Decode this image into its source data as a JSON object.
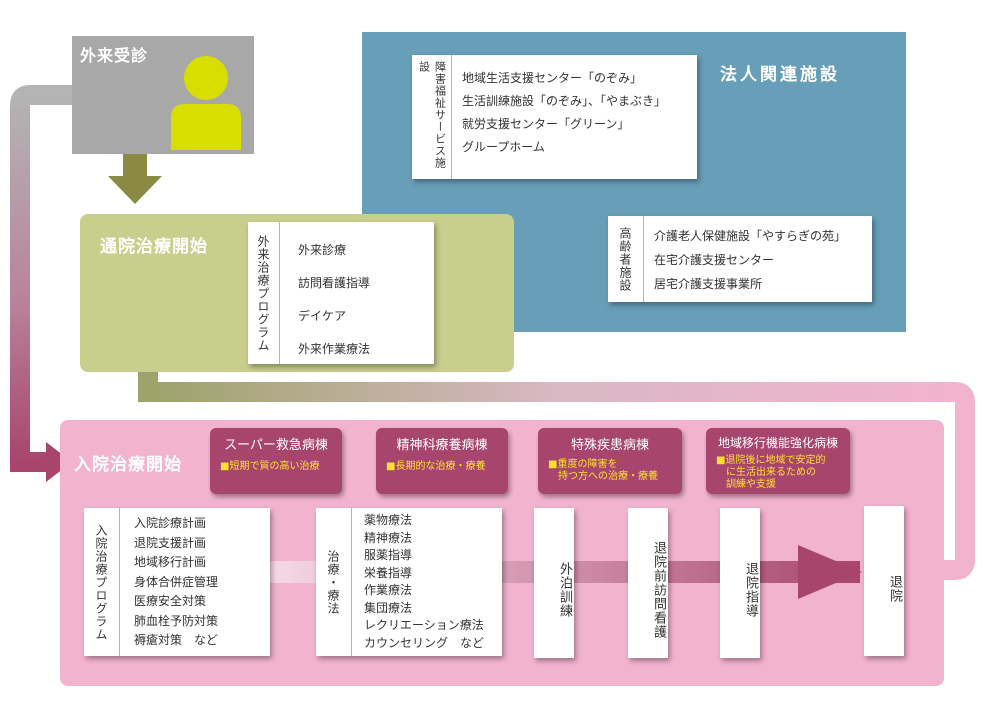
{
  "outpatient": {
    "title": "外来受診",
    "icon": "person-icon"
  },
  "corporate": {
    "title": "法人関連施設",
    "welfare": {
      "label": "障害福祉サービス施設",
      "items": [
        "地域生活支援センター「のぞみ」",
        "生活訓練施設「のぞみ」、「やまぶき」",
        "就労支援センター「グリーン」",
        "グループホーム"
      ]
    },
    "elderly": {
      "label": "高齢者施設",
      "items": [
        "介護老人保健施設「やすらぎの苑」",
        "在宅介護支援センター",
        "居宅介護支援事業所"
      ]
    }
  },
  "outpatient_treatment": {
    "title": "通院治療開始",
    "program_label": "外来治療プログラム",
    "items": [
      "外来診療",
      "訪問看護指導",
      "デイケア",
      "外来作業療法"
    ]
  },
  "inpatient": {
    "title": "入院治療開始",
    "wards": [
      {
        "name": "スーパー救急病棟",
        "desc": "■短期で質の高い治療"
      },
      {
        "name": "精神科療養病棟",
        "desc": "■長期的な治療・療養"
      },
      {
        "name": "特殊疾患病棟",
        "desc": "■重度の障害を\n　持つ方への治療・療養"
      },
      {
        "name": "地域移行機能強化病棟",
        "desc": "■退院後に地域で安定的\n　に生活出来るための\n　訓練や支援"
      }
    ],
    "program": {
      "label": "入院治療プログラム",
      "items": [
        "入院診療計画",
        "退院支援計画",
        "地域移行計画",
        "身体合併症管理",
        "医療安全対策",
        "肺血栓予防対策",
        "褥瘡対策　など"
      ]
    },
    "therapy": {
      "label": "治療・療法",
      "items": [
        "薬物療法",
        "精神療法",
        "服薬指導",
        "栄養指導",
        "作業療法",
        "集団療法",
        "レクリエーション療法",
        "カウンセリング　など"
      ]
    },
    "steps": [
      "外泊訓練",
      "退院前訪問看護",
      "退院指導",
      "退院"
    ]
  },
  "colors": {
    "gray": "#a8a8a8",
    "yellow": "#d8df00",
    "green": "#c8cf8c",
    "blue": "#679fb8",
    "pink": "#f2b3cf",
    "magenta": "#a8456e"
  }
}
